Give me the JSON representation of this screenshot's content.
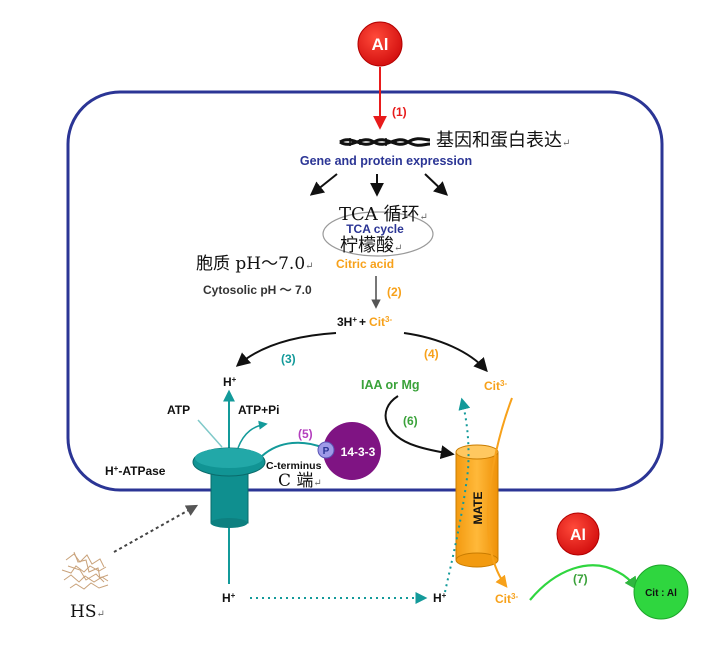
{
  "colors": {
    "cell_border": "#2b3595",
    "al_red": "#e81b1b",
    "dark_blue": "#2b3595",
    "orange": "#f7a11a",
    "teal": "#139a9a",
    "green": "#3aa23a",
    "purple": "#7f1483",
    "magenta": "#b43fbe",
    "complex_green": "#2fd63f"
  },
  "al_top": "Al",
  "al_right": "Al",
  "cit_al": "Cit : Al",
  "steps": {
    "s1": "(1)",
    "s2": "(2)",
    "s3": "(3)",
    "s4": "(4)",
    "s5": "(5)",
    "s6": "(6)",
    "s7": "(7)"
  },
  "gene": {
    "label": "Gene and protein expression",
    "zh": "基因和蛋白表达"
  },
  "tca": {
    "zh": "TCA 循环",
    "label": "TCA cycle"
  },
  "citric": {
    "zh": "柠檬酸",
    "label": "Citric acid"
  },
  "cytosolic": {
    "zh": "胞质 pH～7.0",
    "label": "Cytosolic pH ～ 7.0"
  },
  "dissociation": {
    "h": "3H",
    "plus_sign": "+",
    "cit": "Cit",
    "cit_charge": "3-"
  },
  "h_left": "H",
  "cit_right": "Cit",
  "cit_charge": "3-",
  "atp": "ATP",
  "atp_pi": "ATP+Pi",
  "h_atpase": {
    "h": "H",
    "rest": "-ATPase"
  },
  "iaa_mg": "IAA or Mg",
  "phospho": "P",
  "protein_1433": "14-3-3",
  "c_terminus": {
    "label": "C-terminus",
    "zh": "C 端"
  },
  "mate": "MATE",
  "hs": "HS",
  "h_bottom_left": "H",
  "h_bottom_right": "H",
  "cit_bottom": "Cit",
  "cit_bottom_charge": "3-",
  "plus": "+",
  "return_mark": "↵"
}
